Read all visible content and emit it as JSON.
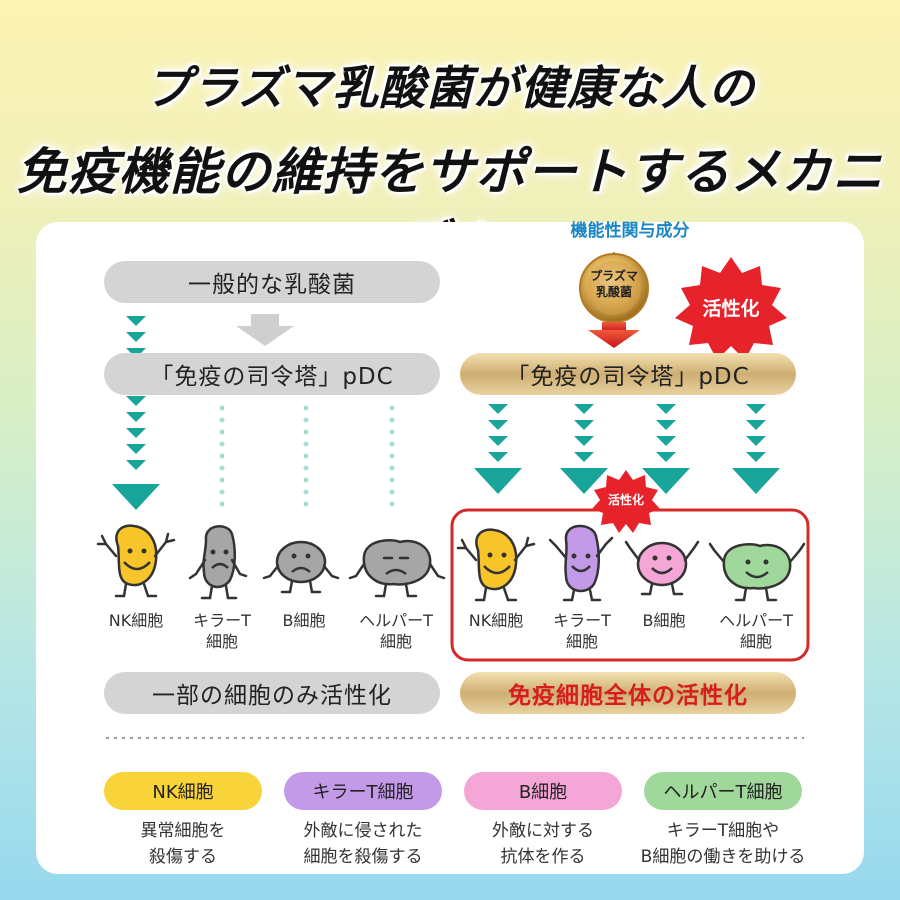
{
  "title": {
    "line1": "プラズマ乳酸菌が健康な人の",
    "line2": "免疫機能の維持をサポートするメカニズム"
  },
  "left": {
    "header": "一般的な乳酸菌",
    "pdc": "「免疫の司令塔」pDC",
    "result": "一部の細胞のみ活性化"
  },
  "right": {
    "functional_label": "機能性関与成分",
    "badge_line1": "プラズマ",
    "badge_line2": "乳酸菌",
    "burst_main": "活性化",
    "burst_small": "活性化",
    "pdc": "「免疫の司令塔」pDC",
    "result": "免疫細胞全体の活性化"
  },
  "cells_left": [
    {
      "line1": "NK細胞",
      "line2": ""
    },
    {
      "line1": "キラーT",
      "line2": "細胞"
    },
    {
      "line1": "B細胞",
      "line2": ""
    },
    {
      "line1": "ヘルパーT",
      "line2": "細胞"
    }
  ],
  "cells_right": [
    {
      "line1": "NK細胞",
      "line2": ""
    },
    {
      "line1": "キラーT",
      "line2": "細胞"
    },
    {
      "line1": "B細胞",
      "line2": ""
    },
    {
      "line1": "ヘルパーT",
      "line2": "細胞"
    }
  ],
  "legend": [
    {
      "name": "NK細胞",
      "desc1": "異常細胞を",
      "desc2": "殺傷する",
      "color": "#f8d33a"
    },
    {
      "name": "キラーT細胞",
      "desc1": "外敵に侵された",
      "desc2": "細胞を殺傷する",
      "color": "#c39ae8"
    },
    {
      "name": "B細胞",
      "desc1": "外敵に対する",
      "desc2": "抗体を作る",
      "color": "#f4a6d6"
    },
    {
      "name": "ヘルパーT細胞",
      "desc1": "キラーT細胞や",
      "desc2": "B細胞の働きを助ける",
      "color": "#9fd89a"
    }
  ],
  "colors": {
    "arrow": "#1aa59a",
    "gray_pill": "#d4d4d4",
    "gold_pill": "#cfae72",
    "burst": "#e6222a",
    "frame": "#d42a2a",
    "functional_label": "#1b86c4"
  }
}
